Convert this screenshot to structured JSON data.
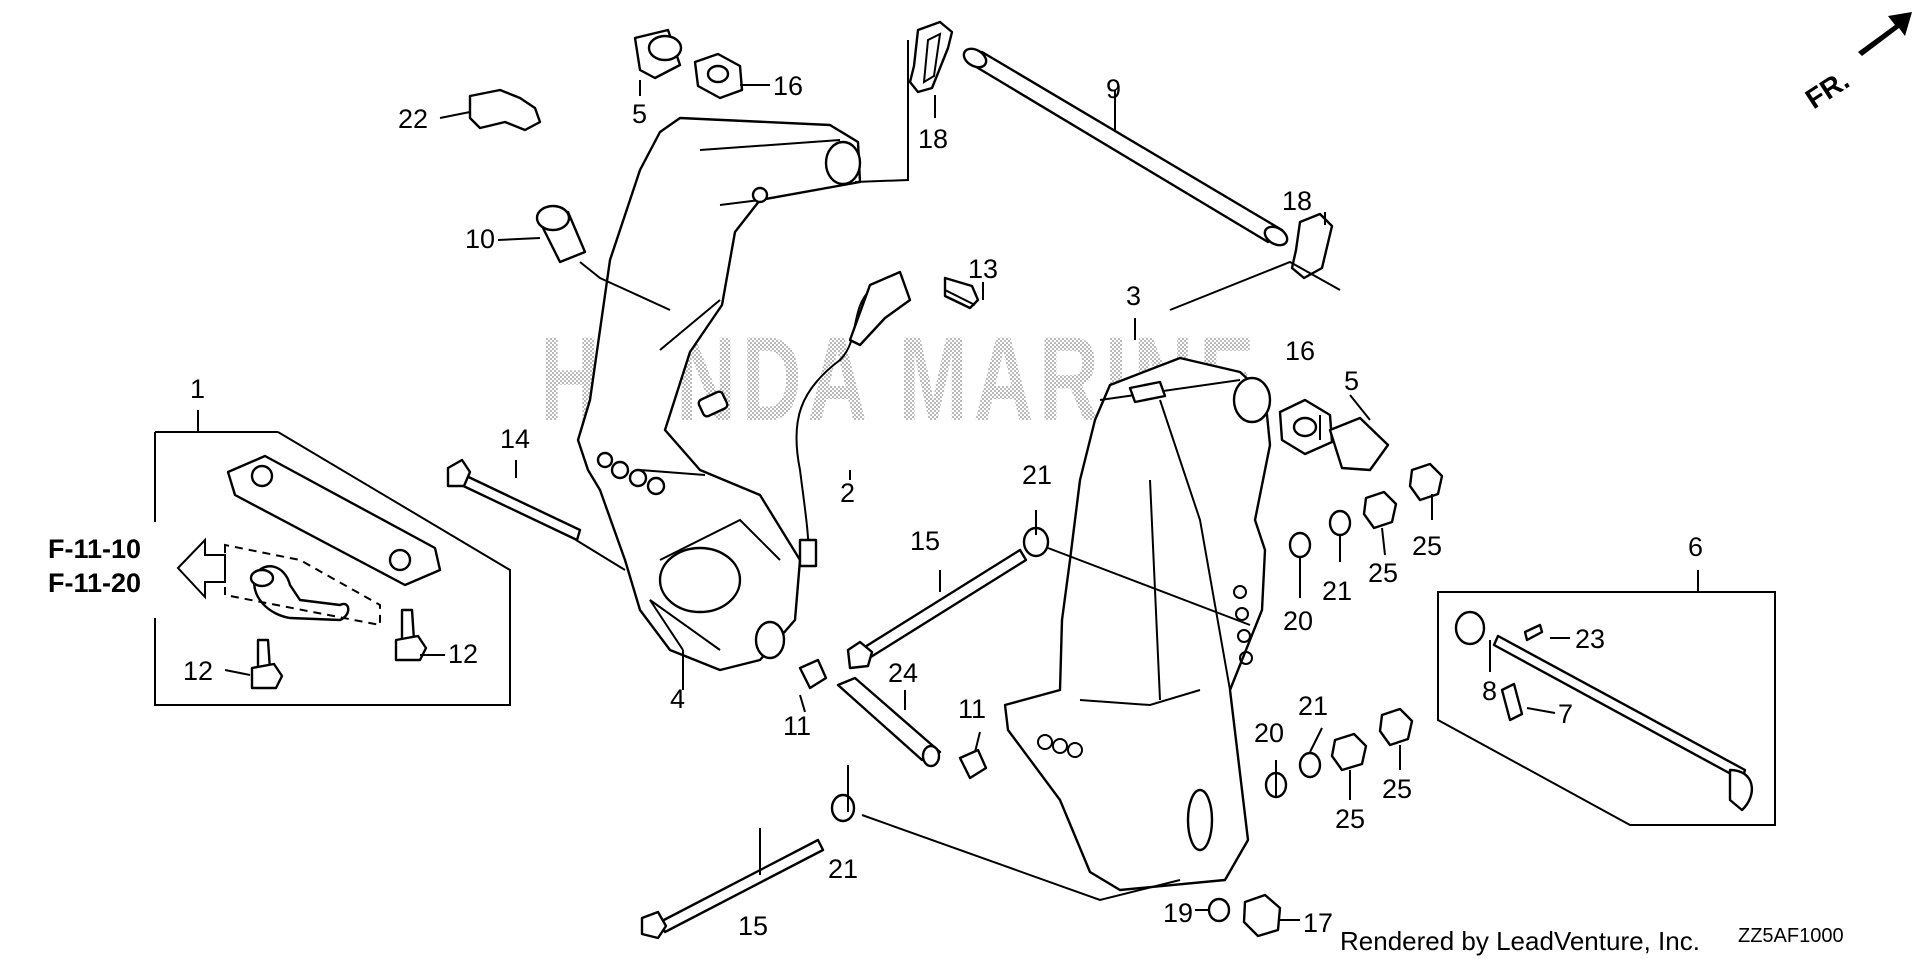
{
  "diagram": {
    "watermark": "HONDA MARINE",
    "front_indicator": "FR.",
    "reference_pages": [
      "F-11-10",
      "F-11-20"
    ],
    "rendered_by": "Rendered by LeadVenture, Inc.",
    "diagram_code": "ZZ5AF1000",
    "callouts": [
      {
        "id": "c1",
        "label": "1"
      },
      {
        "id": "c2",
        "label": "2"
      },
      {
        "id": "c3",
        "label": "3"
      },
      {
        "id": "c4",
        "label": "4"
      },
      {
        "id": "c5a",
        "label": "5"
      },
      {
        "id": "c5b",
        "label": "5"
      },
      {
        "id": "c6",
        "label": "6"
      },
      {
        "id": "c7",
        "label": "7"
      },
      {
        "id": "c8",
        "label": "8"
      },
      {
        "id": "c9",
        "label": "9"
      },
      {
        "id": "c10",
        "label": "10"
      },
      {
        "id": "c11a",
        "label": "11"
      },
      {
        "id": "c11b",
        "label": "11"
      },
      {
        "id": "c12a",
        "label": "12"
      },
      {
        "id": "c12b",
        "label": "12"
      },
      {
        "id": "c13",
        "label": "13"
      },
      {
        "id": "c14",
        "label": "14"
      },
      {
        "id": "c15a",
        "label": "15"
      },
      {
        "id": "c15b",
        "label": "15"
      },
      {
        "id": "c16a",
        "label": "16"
      },
      {
        "id": "c16b",
        "label": "16"
      },
      {
        "id": "c17",
        "label": "17"
      },
      {
        "id": "c18a",
        "label": "18"
      },
      {
        "id": "c18b",
        "label": "18"
      },
      {
        "id": "c19",
        "label": "19"
      },
      {
        "id": "c20a",
        "label": "20"
      },
      {
        "id": "c20b",
        "label": "20"
      },
      {
        "id": "c21a",
        "label": "21"
      },
      {
        "id": "c21b",
        "label": "21"
      },
      {
        "id": "c21c",
        "label": "21"
      },
      {
        "id": "c21d",
        "label": "21"
      },
      {
        "id": "c22",
        "label": "22"
      },
      {
        "id": "c23",
        "label": "23"
      },
      {
        "id": "c24",
        "label": "24"
      },
      {
        "id": "c25a",
        "label": "25"
      },
      {
        "id": "c25b",
        "label": "25"
      },
      {
        "id": "c25c",
        "label": "25"
      },
      {
        "id": "c25d",
        "label": "25"
      }
    ]
  }
}
